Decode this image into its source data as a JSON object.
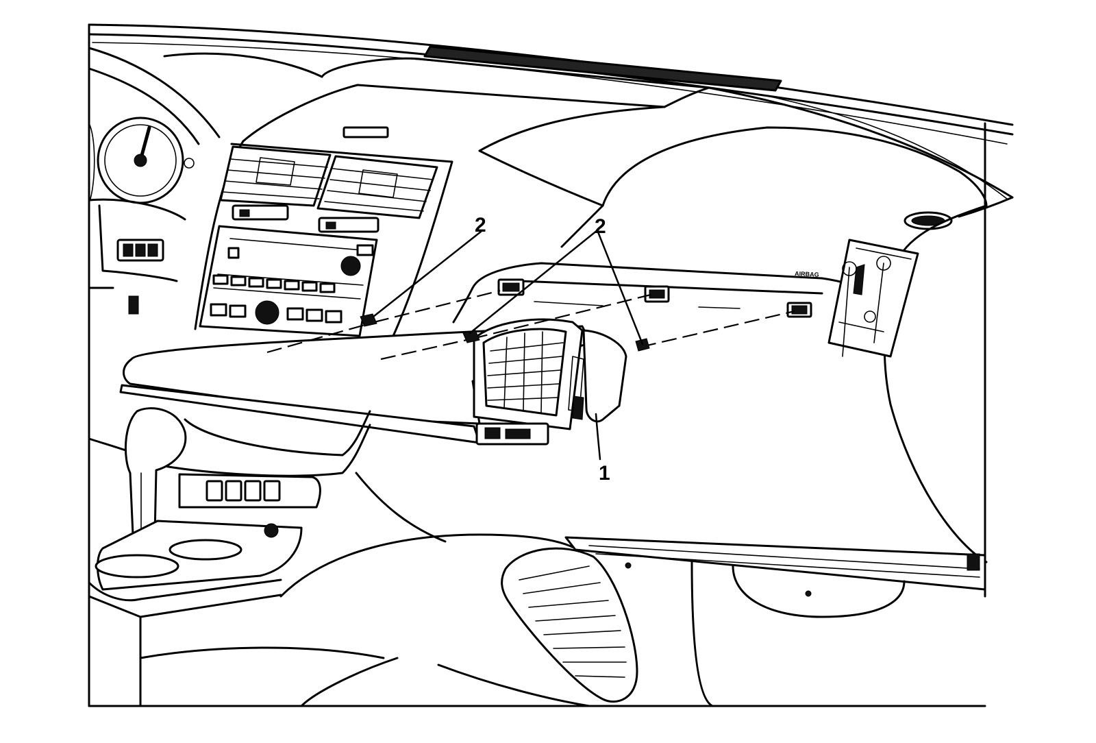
{
  "diagram": {
    "callouts": [
      {
        "id": "1",
        "label": "1"
      },
      {
        "id": "2a",
        "label": "2"
      },
      {
        "id": "2b",
        "label": "2"
      }
    ],
    "panel_marking": "AIRBAG"
  }
}
